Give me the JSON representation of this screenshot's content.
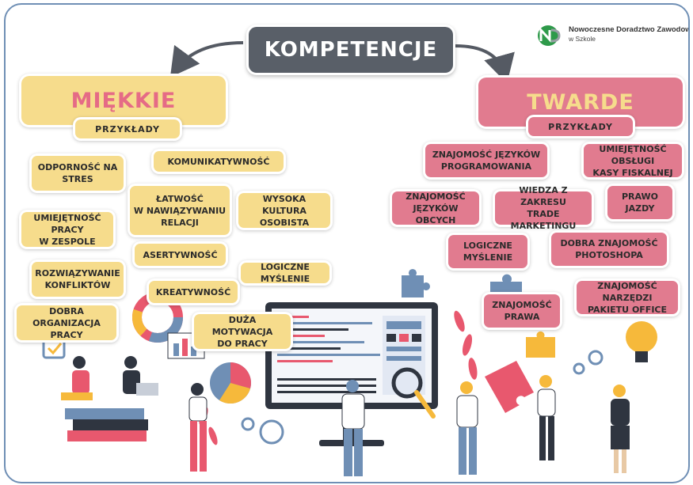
{
  "title": "KOMPETENCJE",
  "logo": {
    "line1": "Nowoczesne Doradztwo Zawodowe",
    "line2": "w Szkole",
    "icon": "nd-logo-icon",
    "color_green": "#2e9a4a",
    "color_gray": "#9aa0a6"
  },
  "soft": {
    "heading": "MIĘKKIE",
    "subheading": "PRZYKŁADY",
    "color": "#f6dc8c",
    "items": [
      "ODPORNOŚĆ NA\nSTRES",
      "KOMUNIKATYWNOŚĆ",
      "ŁATWOŚĆ\nW NAWIĄZYWANIU\nRELACJI",
      "WYSOKA KULTURA\nOSOBISTA",
      "UMIEJĘTNOŚĆ PRACY\nW ZESPOLE",
      "ASERTYWNOŚĆ",
      "ROZWIĄZYWANIE\nKONFLIKTÓW",
      "LOGICZNE MYŚLENIE",
      "KREATYWNOŚĆ",
      "DOBRA ORGANIZACJA\nPRACY",
      "DUŻA MOTYWACJA\nDO PRACY"
    ]
  },
  "hard": {
    "heading": "TWARDE",
    "subheading": "PRZYKŁADY",
    "color": "#e17b8f",
    "items": [
      "ZNAJOMOŚĆ JĘZYKÓW\nPROGRAMOWANIA",
      "UMIEJĘTNOŚĆ OBSŁUGI\nKASY FISKALNEJ",
      "ZNAJOMOŚĆ\nJĘZYKÓW OBCYCH",
      "WIEDZA Z ZAKRESU\nTRADE MARKETINGU",
      "PRAWO\nJAZDY",
      "LOGICZNE\nMYŚLENIE",
      "DOBRA ZNAJOMOŚĆ\nPHOTOSHOPA",
      "ZNAJOMOŚĆ NARZĘDZI\nPAKIETU OFFICE",
      "ZNAJOMOŚĆ\nPRAWA"
    ]
  },
  "title_color": "#595f68"
}
